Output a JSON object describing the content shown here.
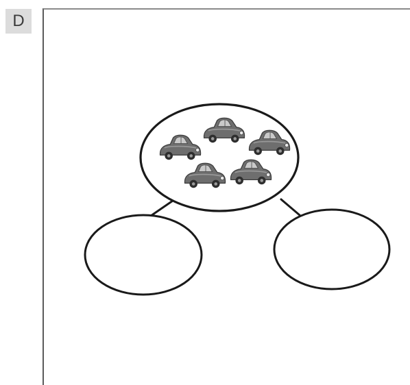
{
  "label": "D",
  "diagram": {
    "top_set": {
      "item_icon": "car-icon",
      "item_count": 5,
      "item_color": "#6e6e6e"
    },
    "left_set": {
      "item_count": 0
    },
    "right_set": {
      "item_count": 0
    }
  }
}
